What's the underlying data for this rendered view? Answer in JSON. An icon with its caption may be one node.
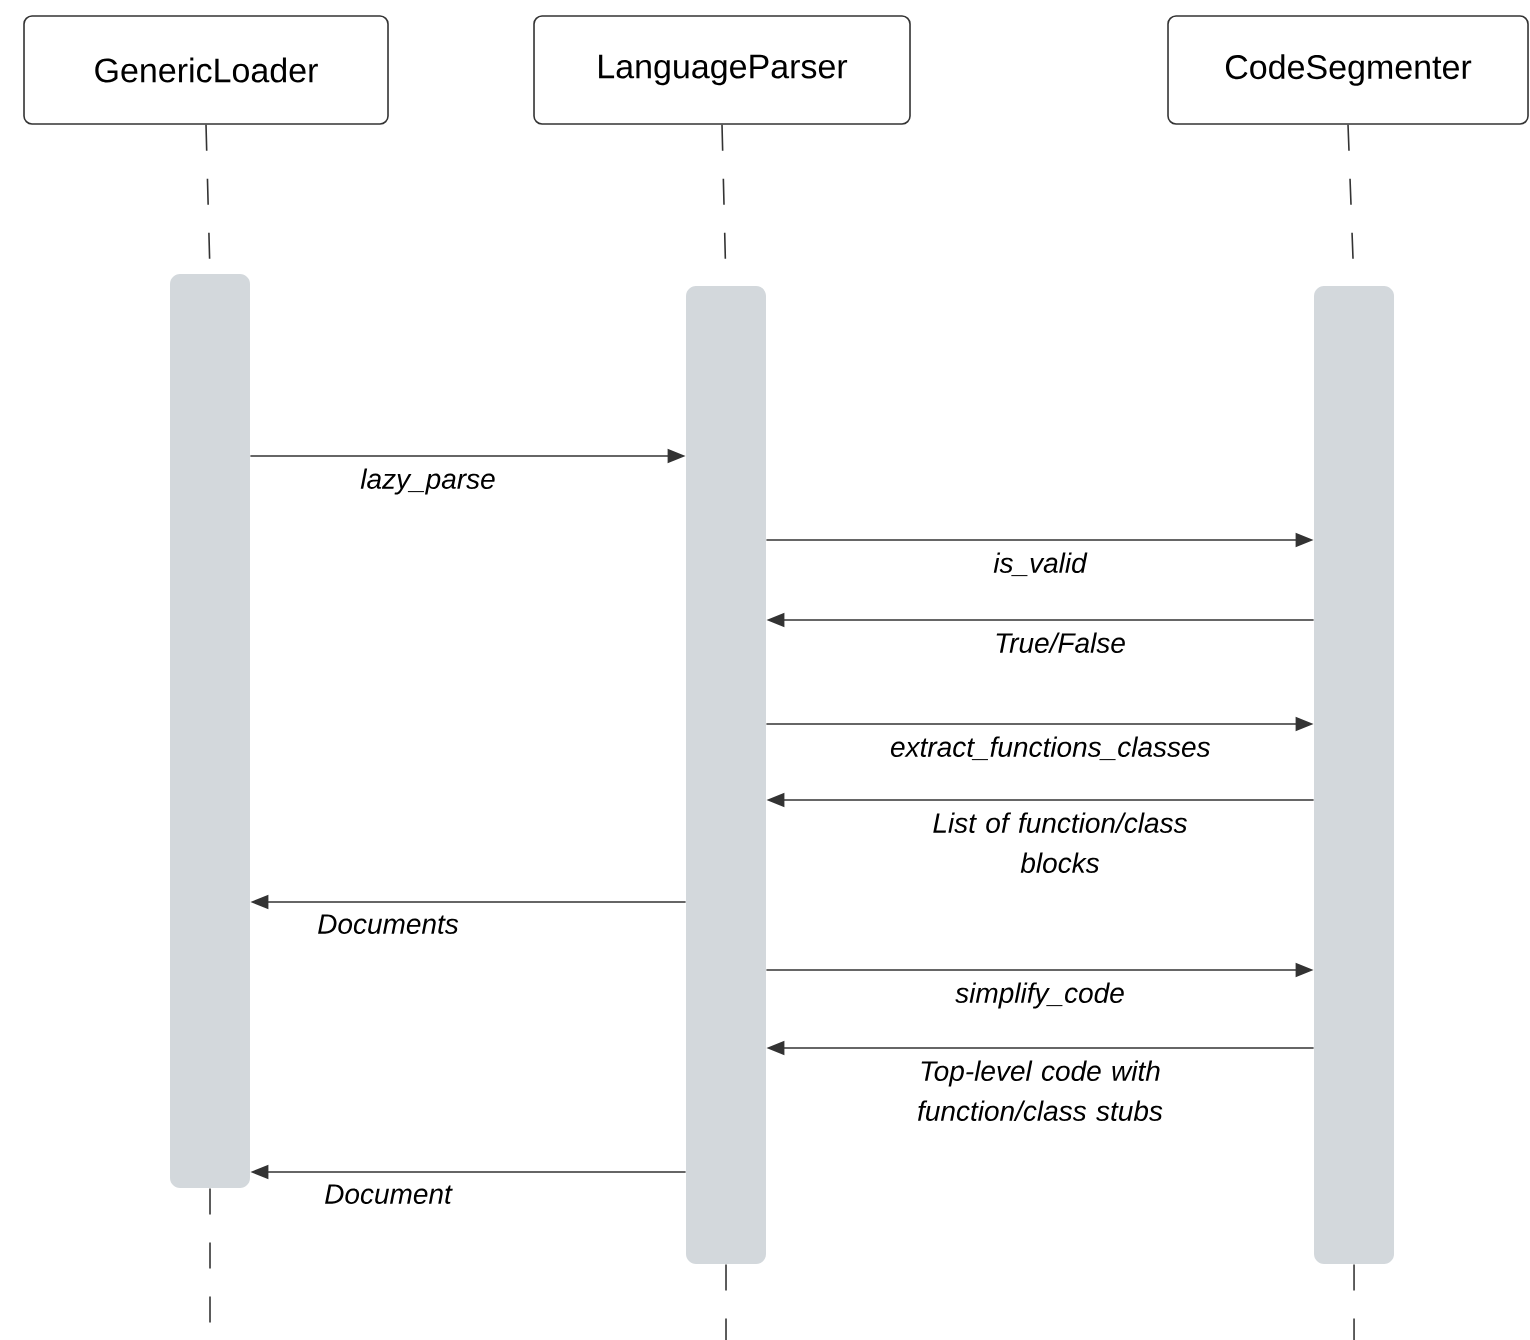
{
  "diagram": {
    "nodes": [
      {
        "text": [
          "GenericLoader"
        ]
      },
      {
        "text": [
          "LanguageParser"
        ]
      },
      {
        "text": [
          "CodeSegmenter"
        ]
      },
      {
        "text": [],
        "shape": "bar"
      },
      {
        "text": [],
        "shape": "bar"
      },
      {
        "text": [],
        "shape": "bar"
      }
    ],
    "edges": [
      {
        "from": 0,
        "to": 3,
        "arrow": "none",
        "style": "dashed"
      },
      {
        "from": 1,
        "to": 4,
        "arrow": "none",
        "style": "dashed"
      },
      {
        "from": 2,
        "to": 5,
        "arrow": "none",
        "style": "dashed"
      },
      {
        "from": 3,
        "to": null,
        "arrow": "none",
        "style": "dashed"
      },
      {
        "from": 4,
        "to": null,
        "arrow": "none",
        "style": "dashed"
      },
      {
        "from": 5,
        "to": null,
        "arrow": "none",
        "style": "dashed"
      },
      {
        "from": 3,
        "to": 4,
        "arrow": "to",
        "label": "lazy_parse"
      },
      {
        "from": 4,
        "to": 5,
        "arrow": "to",
        "label": "is_valid"
      },
      {
        "from": 5,
        "to": 4,
        "arrow": "to",
        "label": "True/False"
      },
      {
        "from": 4,
        "to": 5,
        "arrow": "to",
        "label": "extract_functions_classes"
      },
      {
        "from": 5,
        "to": 4,
        "arrow": "to",
        "label": "List of function/class blocks"
      },
      {
        "from": 4,
        "to": 3,
        "arrow": "to",
        "label": "Documents"
      },
      {
        "from": 4,
        "to": 5,
        "arrow": "to",
        "label": "simplify_code"
      },
      {
        "from": 5,
        "to": 4,
        "arrow": "to",
        "label": "Top-level code with function/class stubs"
      },
      {
        "from": 4,
        "to": 3,
        "arrow": "to",
        "label": "Document"
      }
    ]
  }
}
